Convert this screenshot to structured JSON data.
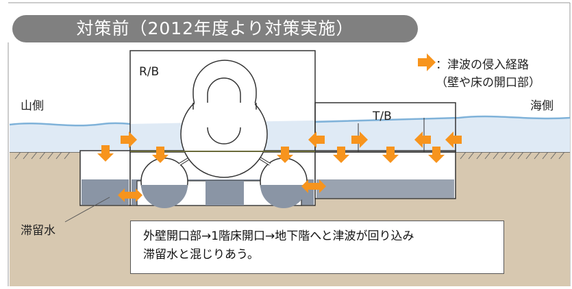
{
  "title": "対策前（2012年度より対策実施）",
  "labels": {
    "rb": "R/B",
    "tb": "T/B",
    "mountain_side": "山側",
    "sea_side": "海側",
    "stagnant_water": "滞留水"
  },
  "legend": {
    "line1": "：津波の侵入経路",
    "line2": "（壁や床の開口部）"
  },
  "note": {
    "line1": "外壁開口部→1階床開口→地下階へと津波が回り込み",
    "line2": "滞留水と混じりあう。"
  },
  "colors": {
    "title_bg": "#808080",
    "arrow": "#f7941d",
    "ground": "#d7c8b0",
    "water_surface": "#7fb2d9",
    "stagnant_water": "#8a95a5"
  }
}
